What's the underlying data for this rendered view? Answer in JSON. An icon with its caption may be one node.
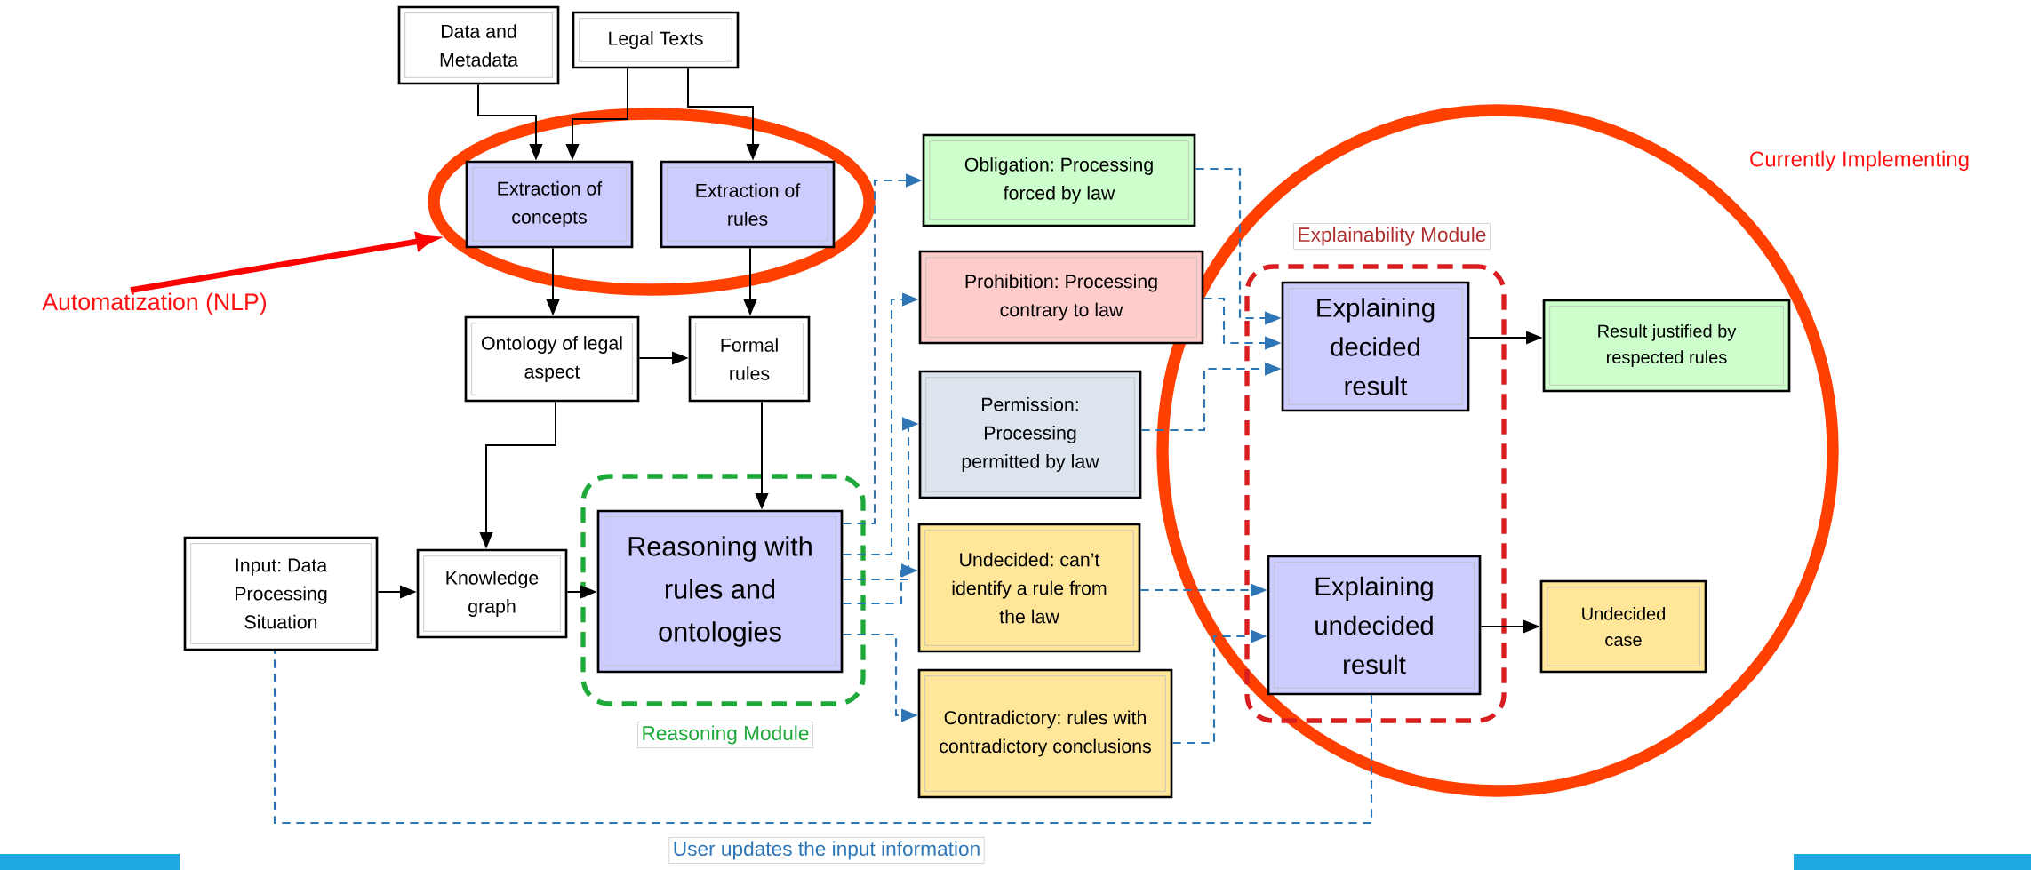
{
  "diagram": {
    "nodes": [
      {
        "text": [
          "Data and Metadata"
        ]
      },
      {
        "text": [
          "Legal Texts"
        ]
      },
      {
        "text": [
          "Automatization (NLP)"
        ]
      },
      {
        "text": [],
        "shape": "ellipse"
      },
      {
        "text": [
          "Extraction of concepts"
        ],
        "in": 3
      },
      {
        "text": [
          "Extraction of rules"
        ],
        "in": 3
      },
      {
        "text": [
          "Ontology of legal aspect"
        ]
      },
      {
        "text": [
          "Formal rules"
        ]
      },
      {
        "text": [
          "Input: Data Processing Situation"
        ]
      },
      {
        "text": [
          "Knowledge graph"
        ]
      },
      {
        "text": [
          "Reasoning Module"
        ]
      },
      {
        "text": [
          "Reasoning with rules and ontologies"
        ],
        "in": 10
      },
      {
        "text": [
          "Obligation: Processing forced by law"
        ]
      },
      {
        "text": [
          "Prohibition: Processing contrary to law"
        ]
      },
      {
        "text": [
          "Permission: Processing permitted by law"
        ]
      },
      {
        "text": [
          "Undecided: can’t identify a rule from the law"
        ]
      },
      {
        "text": [
          "Contradictory: rules with contradictory conclusions"
        ]
      },
      {
        "text": [
          "Explainability Module"
        ]
      },
      {
        "text": [
          "Explaining decided result"
        ],
        "in": 17
      },
      {
        "text": [
          "Explaining undecided result"
        ],
        "in": 17
      },
      {
        "text": [
          "Result justified by respected rules"
        ]
      },
      {
        "text": [
          "Undecided case"
        ]
      }
    ],
    "edges": [
      {
        "from": 0,
        "to": 4,
        "arrow": "to"
      },
      {
        "from": 1,
        "to": 4,
        "arrow": "to"
      },
      {
        "from": 1,
        "to": 5,
        "arrow": "to"
      },
      {
        "from": 4,
        "to": 6,
        "arrow": "to"
      },
      {
        "from": 5,
        "to": 7,
        "arrow": "to"
      },
      {
        "from": 6,
        "to": 7,
        "arrow": "to"
      },
      {
        "from": 6,
        "to": 9,
        "arrow": "to"
      },
      {
        "from": 7,
        "to": 11,
        "arrow": "to"
      },
      {
        "from": 8,
        "to": 9,
        "arrow": "to"
      },
      {
        "from": 9,
        "to": 11,
        "arrow": "to"
      },
      {
        "from": 2,
        "to": 3,
        "arrow": "to",
        "style": "thick",
        "color": "#ff0000"
      },
      {
        "from": 11,
        "to": 12,
        "arrow": "to",
        "style": "dashed",
        "color": "#2e75b6"
      },
      {
        "from": 11,
        "to": 13,
        "arrow": "to",
        "style": "dashed",
        "color": "#2e75b6"
      },
      {
        "from": 11,
        "to": 14,
        "arrow": "to",
        "style": "dashed",
        "color": "#2e75b6"
      },
      {
        "from": 11,
        "to": 15,
        "arrow": "to",
        "style": "dashed",
        "color": "#2e75b6"
      },
      {
        "from": 11,
        "to": 16,
        "arrow": "to",
        "style": "dashed",
        "color": "#2e75b6"
      },
      {
        "from": 12,
        "to": 18,
        "arrow": "to",
        "style": "dashed",
        "color": "#2e75b6"
      },
      {
        "from": 13,
        "to": 18,
        "arrow": "to",
        "style": "dashed",
        "color": "#2e75b6"
      },
      {
        "from": 14,
        "to": 18,
        "arrow": "to",
        "style": "dashed",
        "color": "#2e75b6"
      },
      {
        "from": 15,
        "to": 19,
        "arrow": "to",
        "style": "dashed",
        "color": "#2e75b6"
      },
      {
        "from": 16,
        "to": 19,
        "arrow": "to",
        "style": "dashed",
        "color": "#2e75b6"
      },
      {
        "from": 18,
        "to": 20,
        "arrow": "to"
      },
      {
        "from": 19,
        "to": 21,
        "arrow": "to"
      },
      {
        "from": 19,
        "to": 8,
        "arrow": "none",
        "style": "dashed",
        "color": "#2e75b6",
        "label": "User updates the input information"
      }
    ],
    "labels": [
      "Currently Implementing"
    ]
  }
}
